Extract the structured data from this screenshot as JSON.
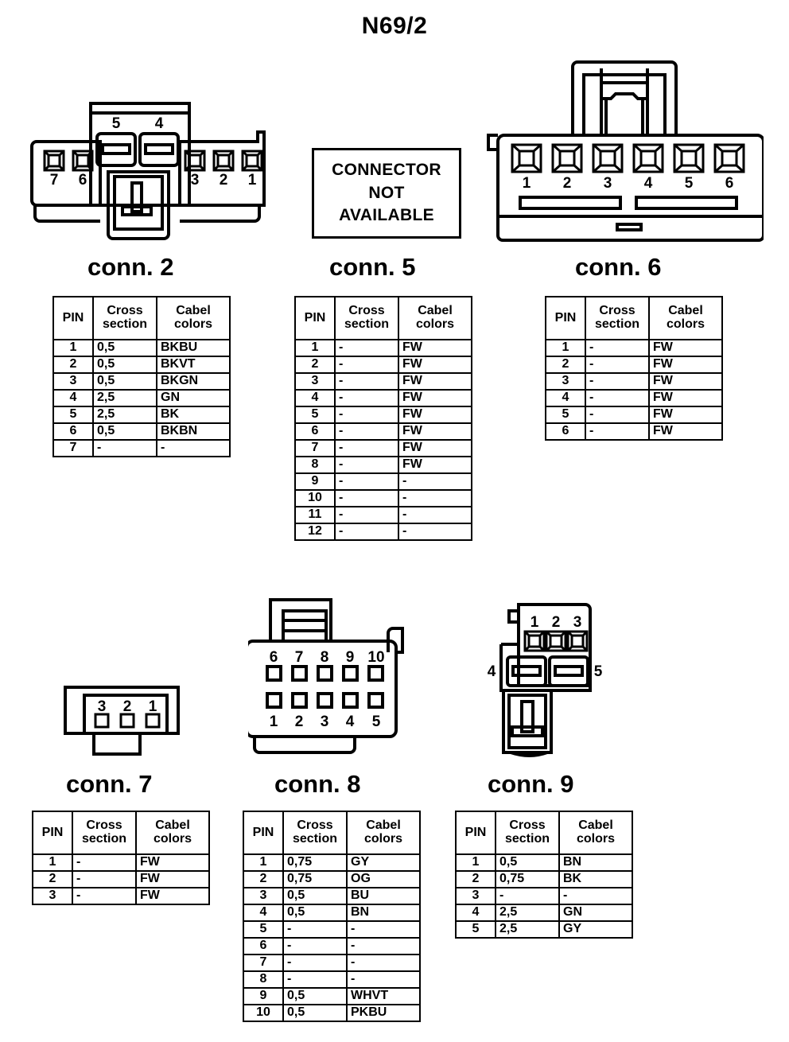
{
  "page": {
    "title": "N69/2"
  },
  "notice": {
    "line1": "CONNECTOR",
    "line2": "NOT",
    "line3": "AVAILABLE"
  },
  "table_headers": {
    "pin": "PIN",
    "cross": "Cross",
    "section": "section",
    "cabel": "Cabel",
    "colors": "colors"
  },
  "connectors": [
    {
      "id": "conn2",
      "caption": "conn. 2",
      "pin_labels": [
        "7",
        "6",
        "5",
        "4",
        "3",
        "2",
        "1"
      ],
      "rows": [
        {
          "pin": "1",
          "cross_section": "0,5",
          "cabel_colors": "BKBU"
        },
        {
          "pin": "2",
          "cross_section": "0,5",
          "cabel_colors": "BKVT"
        },
        {
          "pin": "3",
          "cross_section": "0,5",
          "cabel_colors": "BKGN"
        },
        {
          "pin": "4",
          "cross_section": "2,5",
          "cabel_colors": "GN"
        },
        {
          "pin": "5",
          "cross_section": "2,5",
          "cabel_colors": "BK"
        },
        {
          "pin": "6",
          "cross_section": "0,5",
          "cabel_colors": "BKBN"
        },
        {
          "pin": "7",
          "cross_section": "-",
          "cabel_colors": "-"
        }
      ]
    },
    {
      "id": "conn5",
      "caption": "conn. 5",
      "pin_labels": [],
      "rows": [
        {
          "pin": "1",
          "cross_section": "-",
          "cabel_colors": "FW"
        },
        {
          "pin": "2",
          "cross_section": "-",
          "cabel_colors": "FW"
        },
        {
          "pin": "3",
          "cross_section": "-",
          "cabel_colors": "FW"
        },
        {
          "pin": "4",
          "cross_section": "-",
          "cabel_colors": "FW"
        },
        {
          "pin": "5",
          "cross_section": "-",
          "cabel_colors": "FW"
        },
        {
          "pin": "6",
          "cross_section": "-",
          "cabel_colors": "FW"
        },
        {
          "pin": "7",
          "cross_section": "-",
          "cabel_colors": "FW"
        },
        {
          "pin": "8",
          "cross_section": "-",
          "cabel_colors": "FW"
        },
        {
          "pin": "9",
          "cross_section": "-",
          "cabel_colors": "-"
        },
        {
          "pin": "10",
          "cross_section": "-",
          "cabel_colors": "-"
        },
        {
          "pin": "11",
          "cross_section": "-",
          "cabel_colors": "-"
        },
        {
          "pin": "12",
          "cross_section": "-",
          "cabel_colors": "-"
        }
      ]
    },
    {
      "id": "conn6",
      "caption": "conn. 6",
      "pin_labels": [
        "1",
        "2",
        "3",
        "4",
        "5",
        "6"
      ],
      "rows": [
        {
          "pin": "1",
          "cross_section": "-",
          "cabel_colors": "FW"
        },
        {
          "pin": "2",
          "cross_section": "-",
          "cabel_colors": "FW"
        },
        {
          "pin": "3",
          "cross_section": "-",
          "cabel_colors": "FW"
        },
        {
          "pin": "4",
          "cross_section": "-",
          "cabel_colors": "FW"
        },
        {
          "pin": "5",
          "cross_section": "-",
          "cabel_colors": "FW"
        },
        {
          "pin": "6",
          "cross_section": "-",
          "cabel_colors": "FW"
        }
      ]
    },
    {
      "id": "conn7",
      "caption": "conn. 7",
      "pin_labels": [
        "3",
        "2",
        "1"
      ],
      "rows": [
        {
          "pin": "1",
          "cross_section": "-",
          "cabel_colors": "FW"
        },
        {
          "pin": "2",
          "cross_section": "-",
          "cabel_colors": "FW"
        },
        {
          "pin": "3",
          "cross_section": "-",
          "cabel_colors": "FW"
        }
      ]
    },
    {
      "id": "conn8",
      "caption": "conn. 8",
      "pin_labels": [
        "6",
        "7",
        "8",
        "9",
        "10",
        "1",
        "2",
        "3",
        "4",
        "5"
      ],
      "rows": [
        {
          "pin": "1",
          "cross_section": "0,75",
          "cabel_colors": "GY"
        },
        {
          "pin": "2",
          "cross_section": "0,75",
          "cabel_colors": "OG"
        },
        {
          "pin": "3",
          "cross_section": "0,5",
          "cabel_colors": "BU"
        },
        {
          "pin": "4",
          "cross_section": "0,5",
          "cabel_colors": "BN"
        },
        {
          "pin": "5",
          "cross_section": "-",
          "cabel_colors": "-"
        },
        {
          "pin": "6",
          "cross_section": "-",
          "cabel_colors": "-"
        },
        {
          "pin": "7",
          "cross_section": "-",
          "cabel_colors": "-"
        },
        {
          "pin": "8",
          "cross_section": "-",
          "cabel_colors": "-"
        },
        {
          "pin": "9",
          "cross_section": "0,5",
          "cabel_colors": "WHVT"
        },
        {
          "pin": "10",
          "cross_section": "0,5",
          "cabel_colors": "PKBU"
        }
      ]
    },
    {
      "id": "conn9",
      "caption": "conn. 9",
      "pin_labels": [
        "1",
        "2",
        "3",
        "4",
        "5"
      ],
      "rows": [
        {
          "pin": "1",
          "cross_section": "0,5",
          "cabel_colors": "BN"
        },
        {
          "pin": "2",
          "cross_section": "0,75",
          "cabel_colors": "BK"
        },
        {
          "pin": "3",
          "cross_section": "-",
          "cabel_colors": "-"
        },
        {
          "pin": "4",
          "cross_section": "2,5",
          "cabel_colors": "GN"
        },
        {
          "pin": "5",
          "cross_section": "2,5",
          "cabel_colors": "GY"
        }
      ]
    }
  ],
  "colors": {
    "ink": "#000000",
    "paper": "#ffffff"
  }
}
